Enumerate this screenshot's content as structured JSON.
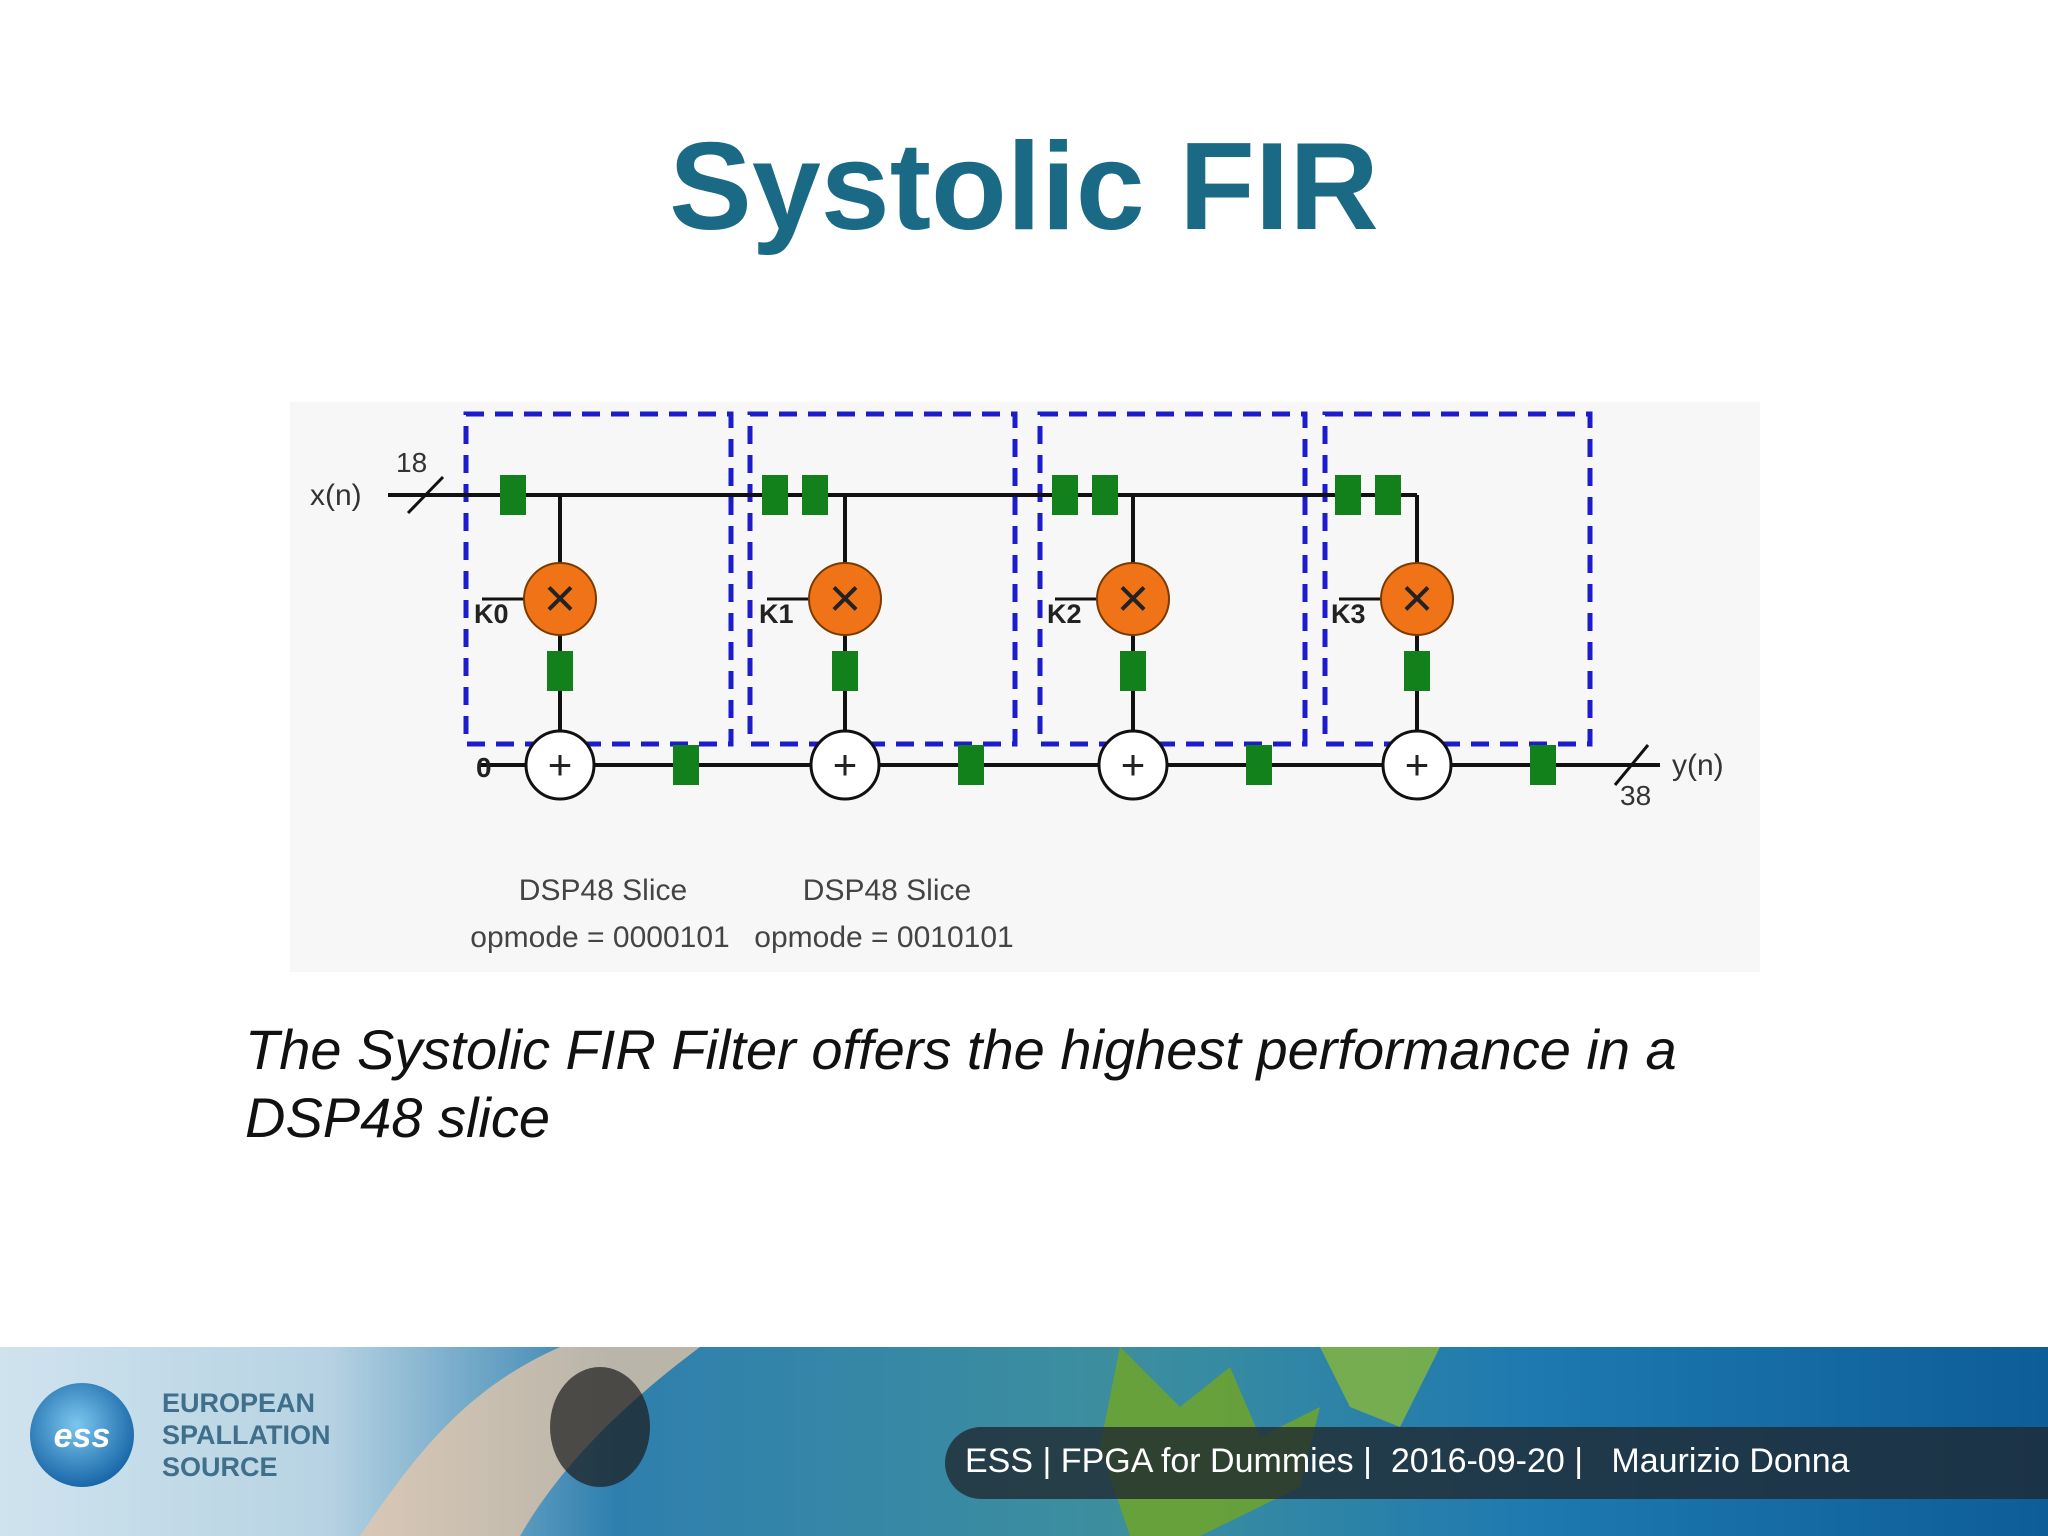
{
  "slide": {
    "title": "Systolic FIR",
    "caption": "The Systolic FIR Filter offers the highest performance in a DSP48 slice"
  },
  "colors": {
    "title": "#1a6a86",
    "dsp_box": "#1c1ccc",
    "multiplier": "#f07318",
    "register": "#13811b",
    "wire": "#111111"
  },
  "diagram": {
    "input_label": "x(n)",
    "input_width": "18",
    "output_label": "y(n)",
    "output_width": "38",
    "zero_input": "0",
    "coefficients": [
      "K0",
      "K1",
      "K2",
      "K3"
    ],
    "multiplier_symbol": "×",
    "adder_symbol": "+",
    "slice_labels": [
      {
        "name": "DSP48 Slice",
        "opmode": "opmode = 0000101"
      },
      {
        "name": "DSP48 Slice",
        "opmode": "opmode = 0010101"
      }
    ]
  },
  "footer": {
    "logo_text": "EUROPEAN\nSPALLATION\nSOURCE",
    "logo_mark": "ess",
    "org": "ESS",
    "event": "FPGA for Dummies",
    "date": "2016-09-20",
    "author": "Maurizio Donna",
    "separator": "|"
  }
}
